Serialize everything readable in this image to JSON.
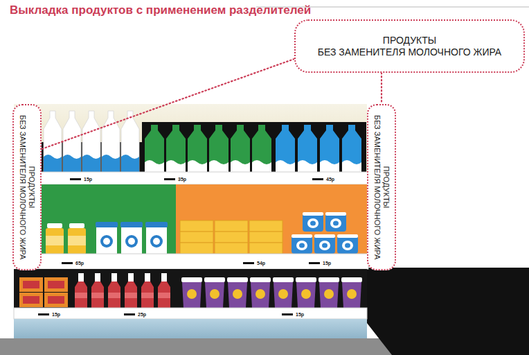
{
  "diagram": {
    "title": "Выкладка продуктов с применением разделителей",
    "nodes": [
      {
        "text": [
          "ПРОДУКТЫ БЕЗ ЗАМЕНИТЕЛЯ МОЛОЧНОГО ЖИРА"
        ]
      },
      {
        "text": [
          "ПРОДУКТЫ БЕЗ ЗАМЕНИТЕЛЯ МОЛОЧНОГО ЖИРА"
        ]
      },
      {
        "text": [
          "ПРОДУКТЫ БЕЗ ЗАМЕНИТЕЛЯ МОЛОЧНОГО ЖИРА"
        ]
      }
    ],
    "edges": [
      {
        "from": 0,
        "to": 1,
        "arrow": "none"
      },
      {
        "from": 0,
        "to": 2,
        "arrow": "none"
      }
    ],
    "labels": [
      "15р",
      "35р",
      "45р",
      "65р",
      "54р",
      "15р",
      "15р",
      "25р",
      "15р"
    ]
  }
}
